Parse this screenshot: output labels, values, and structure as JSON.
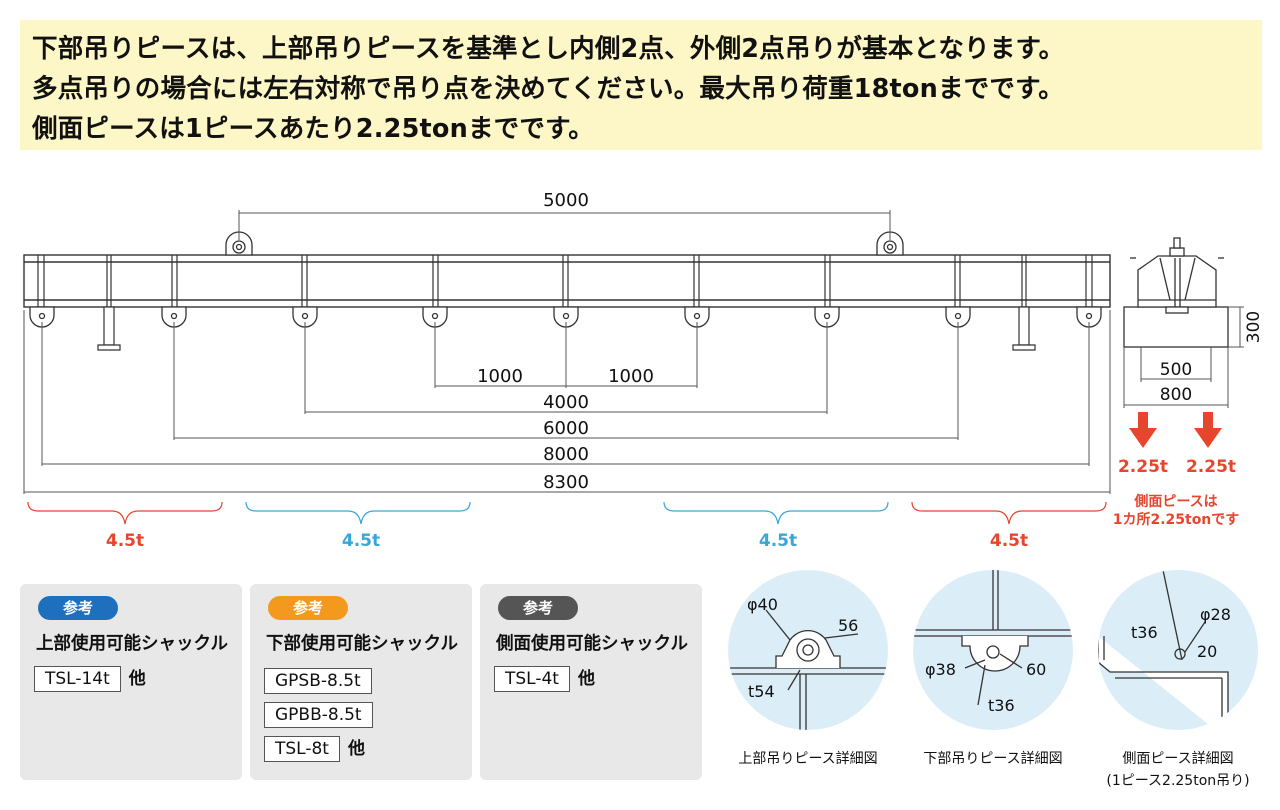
{
  "header": {
    "lines": [
      "下部吊りピースは、上部吊りピースを基準とし内側2点、外側2点吊りが基本となります。",
      "多点吊りの場合には左右対称で吊り点を決めてください。最大吊り荷重18tonまでです。",
      "側面ピースは1ピースあたり2.25tonまでです。"
    ]
  },
  "dimensions": {
    "top_span": "5000",
    "inner_left": "1000",
    "inner_right": "1000",
    "d4000": "4000",
    "d6000": "6000",
    "d8000": "8000",
    "d8300": "8300"
  },
  "loads": {
    "outer_left": "4.5t",
    "inner_left": "4.5t",
    "inner_right": "4.5t",
    "outer_right": "4.5t",
    "colors": {
      "outer": "#e8452f",
      "inner": "#3aa6d8"
    }
  },
  "side_view": {
    "height": "300",
    "inner_width": "500",
    "outer_width": "800",
    "load_left": "2.25t",
    "load_right": "2.25t",
    "note_line1": "側面ピースは",
    "note_line2": "1カ所2.25tonです",
    "arrow_color": "#e8452f"
  },
  "references": [
    {
      "badge": "参考",
      "badge_color": "#1f6fbf",
      "title": "上部使用可能シャックル",
      "models": [
        "TSL-14t"
      ],
      "suffix": "他"
    },
    {
      "badge": "参考",
      "badge_color": "#f39a1e",
      "title": "下部使用可能シャックル",
      "models": [
        "GPSB-8.5t",
        "GPBB-8.5t",
        "TSL-8t"
      ],
      "suffix": "他"
    },
    {
      "badge": "参考",
      "badge_color": "#555555",
      "title": "側面使用可能シャックル",
      "models": [
        "TSL-4t"
      ],
      "suffix": "他"
    }
  ],
  "details": [
    {
      "caption": "上部吊りピース詳細図",
      "labels": [
        "φ40",
        "56",
        "t54"
      ]
    },
    {
      "caption": "下部吊りピース詳細図",
      "labels": [
        "φ38",
        "60",
        "t36"
      ]
    },
    {
      "caption": "側面ピース詳細図",
      "caption2": "(1ピース2.25ton吊り)",
      "labels": [
        "t36",
        "φ28",
        "20"
      ]
    }
  ]
}
